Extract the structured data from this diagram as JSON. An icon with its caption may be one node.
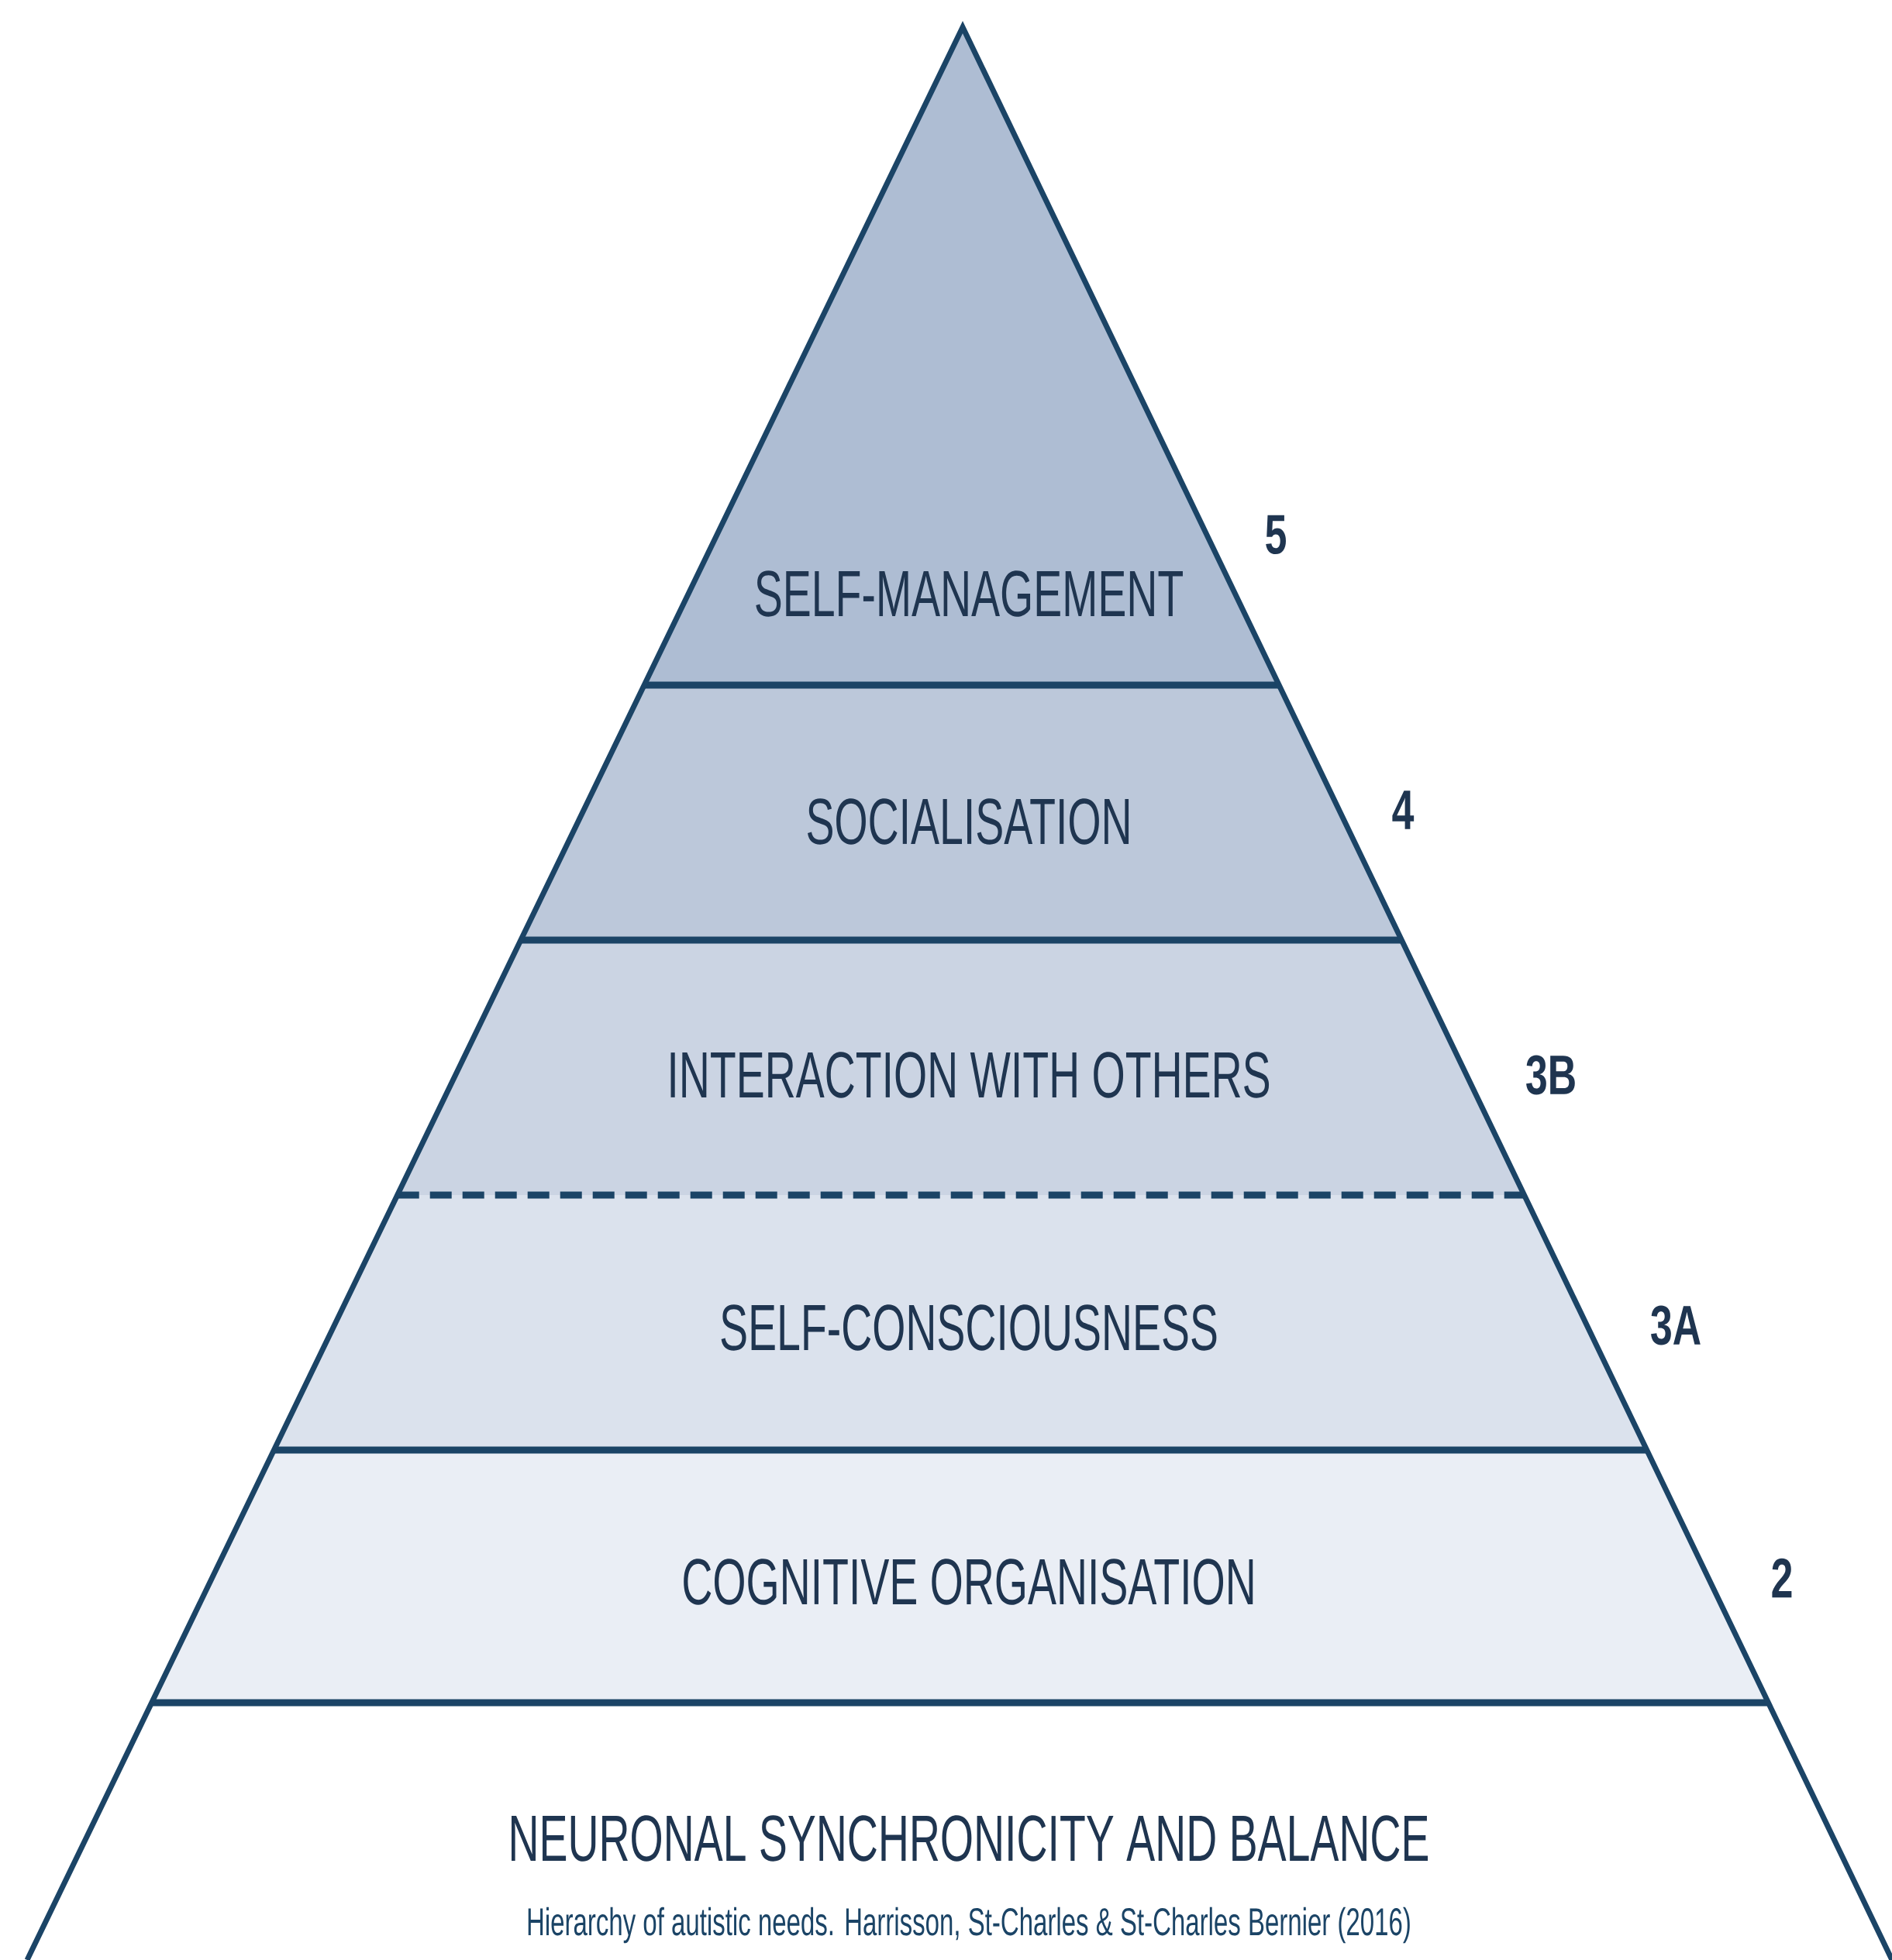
{
  "diagram": {
    "caption": "Hierarchy of autistic needs. Harrisson, St-Charles & St-Charles Bernier (2016)",
    "nodes": [
      {
        "text": [
          "SELF-MANAGEMENT"
        ],
        "beside": [
          "5"
        ]
      },
      {
        "text": [
          "SOCIALISATION"
        ],
        "beside": [
          "4"
        ]
      },
      {
        "text": [
          "INTERACTION WITH OTHERS"
        ],
        "beside": [
          "3B"
        ]
      },
      {
        "text": [
          "SELF-CONSCIOUSNESS"
        ],
        "beside": [
          "3A"
        ]
      },
      {
        "text": [
          "COGNITIVE ORGANISATION"
        ],
        "beside": [
          "2"
        ]
      },
      {
        "text": [
          "NEURONAL SYNCHRONICITY AND BALANCE"
        ]
      }
    ]
  }
}
